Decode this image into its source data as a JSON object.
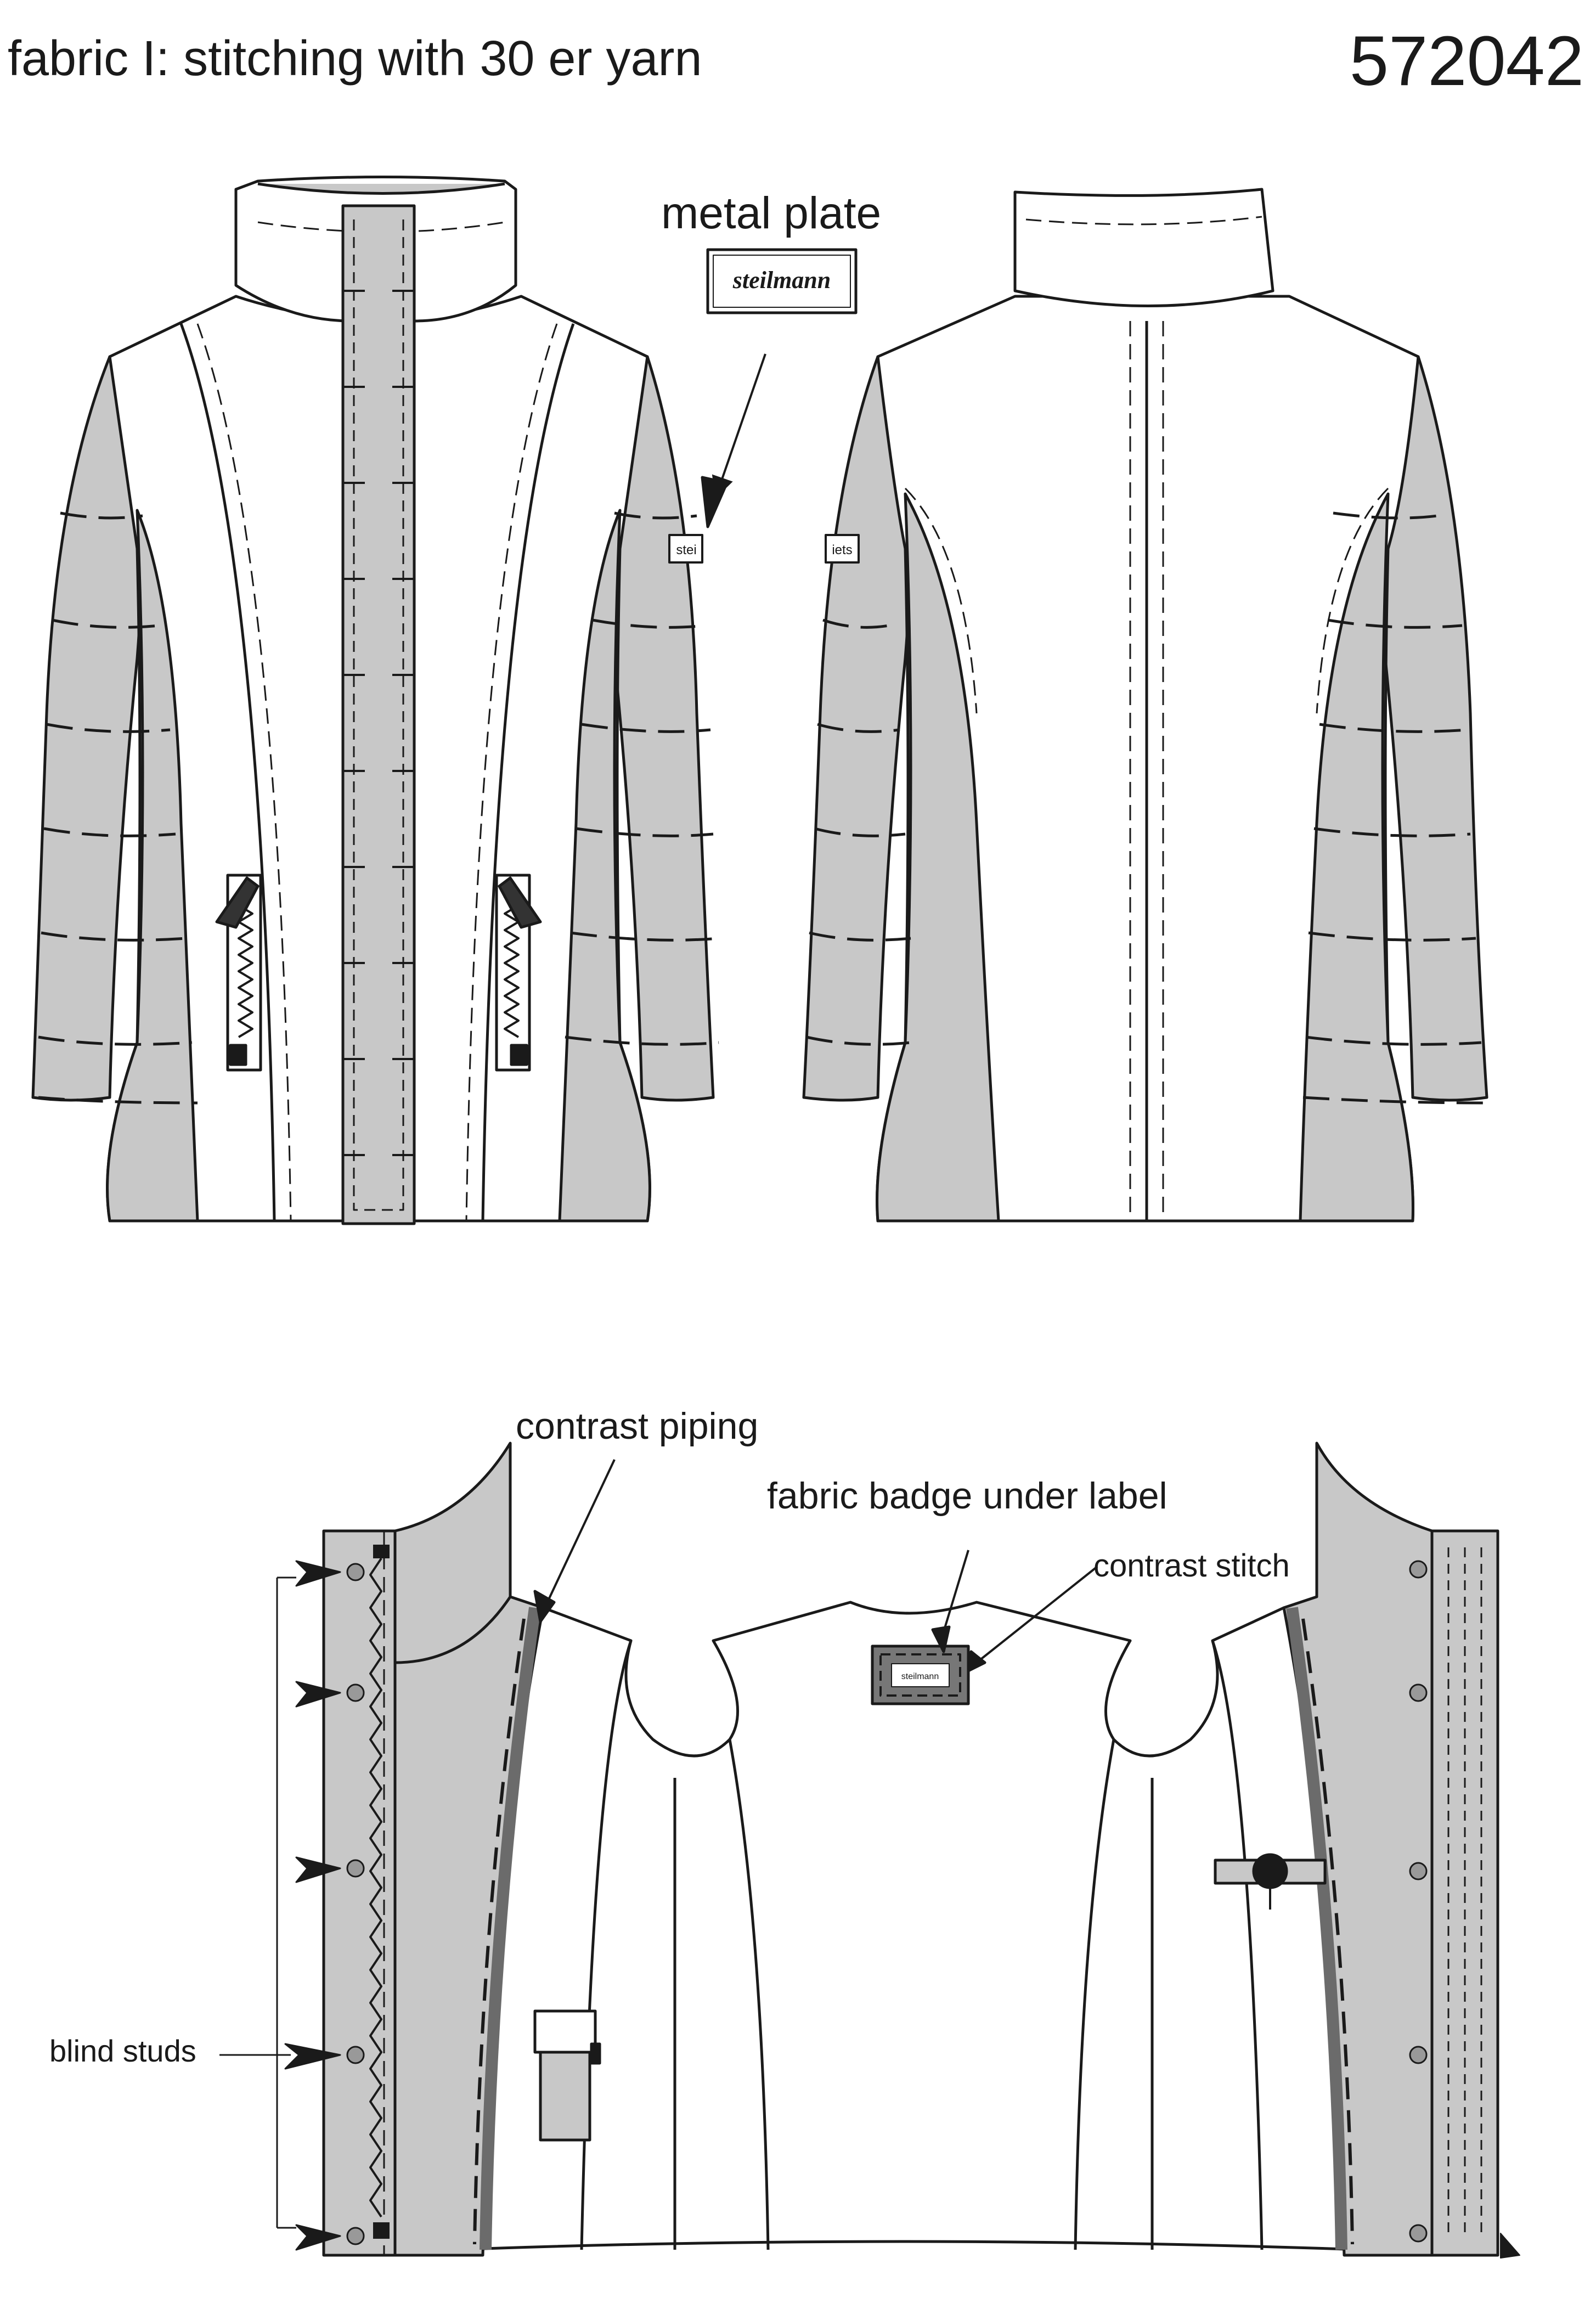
{
  "header": {
    "title": "fabric I: stitching with 30 er yarn",
    "style_number": "572042"
  },
  "callouts": {
    "metal_plate": "metal plate",
    "contrast_piping": "contrast piping",
    "fabric_badge": "fabric badge under label",
    "contrast_stitch": "contrast stitch",
    "blind_studs": "blind studs"
  },
  "brand": {
    "plate_text": "steilmann",
    "sleeve_plate_text": "stei",
    "sleeve_plate_back_text": "iets"
  },
  "colors": {
    "fabric_grey": "#c8c8c8",
    "piping_grey": "#6b6b6b",
    "outline": "#1a1a1a",
    "white": "#ffffff"
  }
}
